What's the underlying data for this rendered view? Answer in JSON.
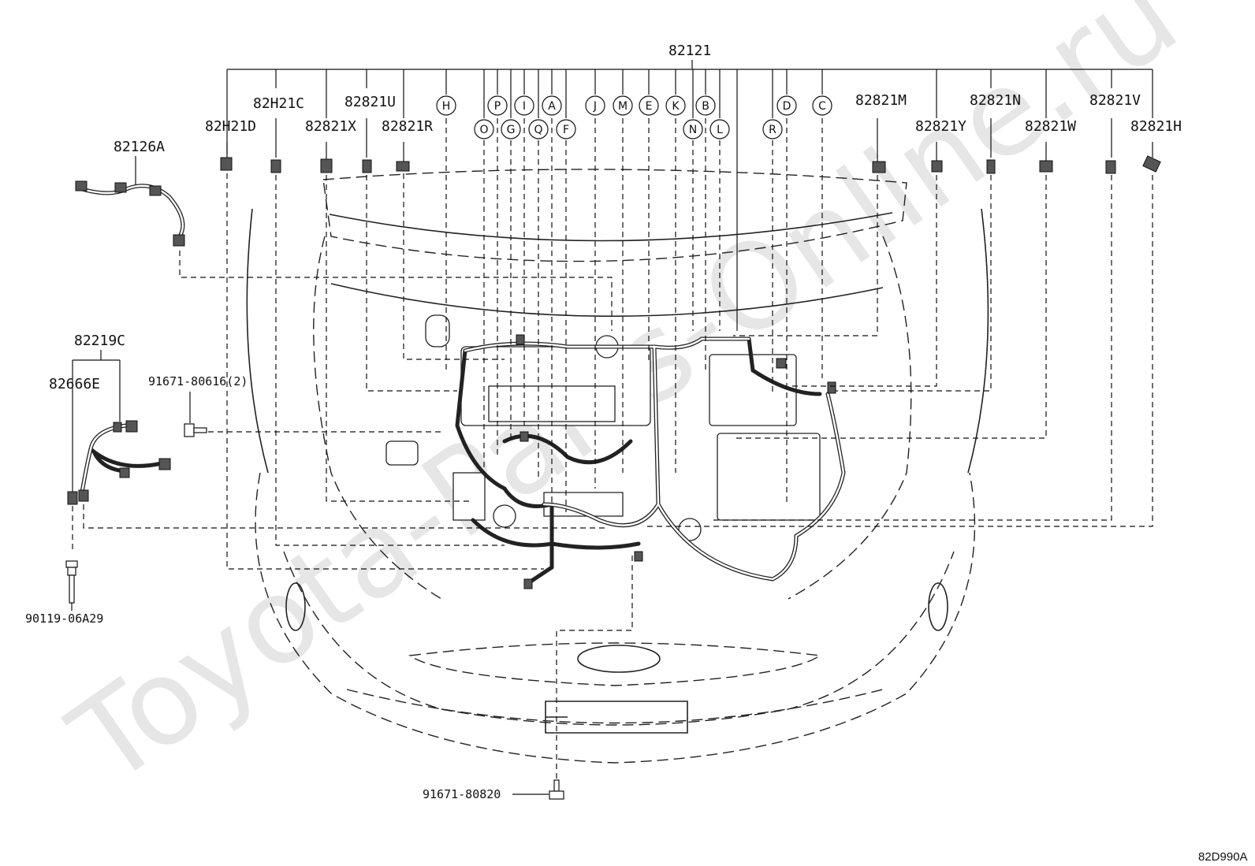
{
  "watermark": "Toyota-Parts-Online.ru",
  "diagram_code": "82D990A",
  "main_part": "82121",
  "left_parts": {
    "harness_a": "82126A",
    "harness_c": "82219C",
    "harness_e": "82666E",
    "bolt_small": "91671-80616(2)",
    "bolt_left": "90119-06A29",
    "bolt_bottom": "91671-80820"
  },
  "top_parts_left": [
    "82H21D",
    "82H21C",
    "82821X",
    "82821U",
    "82821R"
  ],
  "top_parts_right": [
    "82821M",
    "82821Y",
    "82821N",
    "82821W",
    "82821V",
    "82821H"
  ],
  "callouts": [
    "H",
    "P",
    "O",
    "G",
    "I",
    "Q",
    "A",
    "F",
    "J",
    "M",
    "E",
    "K",
    "N",
    "B",
    "L",
    "R",
    "D",
    "C"
  ]
}
